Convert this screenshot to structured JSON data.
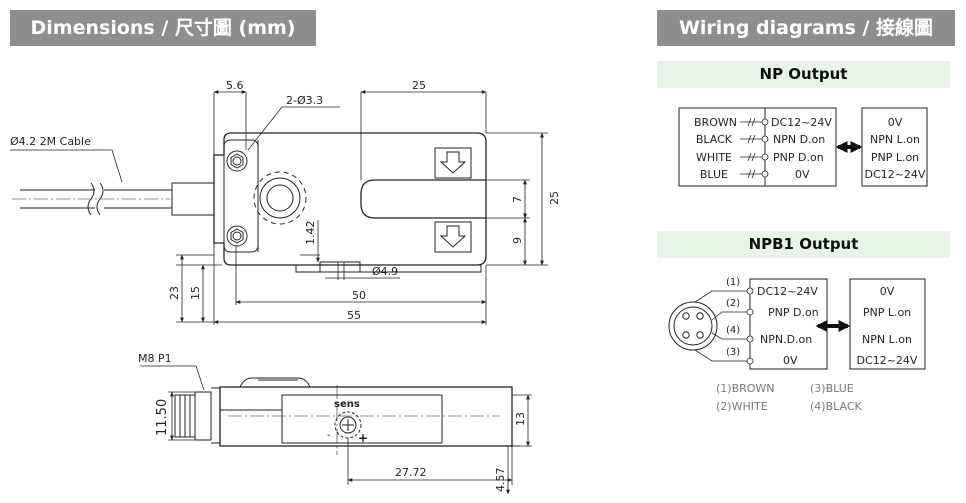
{
  "headers": {
    "dimensions": "Dimensions / 尺寸圖 (mm)",
    "wiring": "Wiring diagrams / 接線圖",
    "np_output": "NP Output",
    "npb1_output": "NPB1 Output"
  },
  "dimensions": {
    "cable": "Ø4.2 2M Cable",
    "d_5_6": "5.6",
    "d_hole": "2-Ø3.3",
    "d_25_top": "25",
    "d_7": "7",
    "d_9": "9",
    "d_25_right": "25",
    "d_1_42": "1.42",
    "d_4_9": "Ø4.9",
    "d_23": "23",
    "d_15": "15",
    "d_50": "50",
    "d_55": "55",
    "connector": "M8 P1",
    "d_11_50": "11.50",
    "d_13": "13",
    "d_27_72": "27.72",
    "d_4_57": "4.57",
    "brand": "sens",
    "minus": "-",
    "plus": "+"
  },
  "np_wiring": {
    "wires": [
      "BROWN",
      "BLACK",
      "WHITE",
      "BLUE"
    ],
    "terminals": [
      "DC12~24V",
      "NPN D.on",
      "PNP D.on",
      "0V"
    ],
    "equivalent": [
      "0V",
      "NPN L.on",
      "PNP L.on",
      "DC12~24V"
    ]
  },
  "npb1_wiring": {
    "pins": [
      "(1)",
      "(2)",
      "(4)",
      "(3)"
    ],
    "terminals": [
      "DC12~24V",
      "PNP D.on",
      "NPN.D.on",
      "0V"
    ],
    "equivalent": [
      "0V",
      "PNP L.on",
      "NPN L.on",
      "DC12~24V"
    ],
    "legend": [
      "(1)BROWN",
      "(3)BLUE",
      "(2)WHITE",
      "(4)BLACK"
    ]
  },
  "colors": {
    "header_bg": "#8e8e8e",
    "subheader_bg": "#e6f3e6",
    "line": "#222222"
  }
}
